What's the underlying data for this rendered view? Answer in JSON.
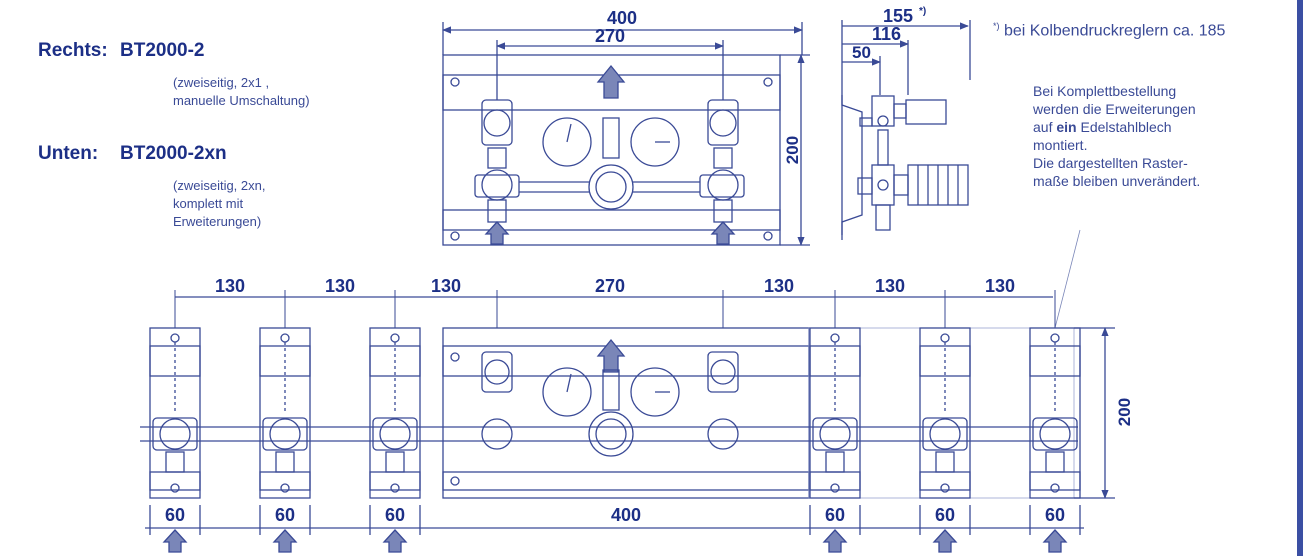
{
  "legend": {
    "right_label": "Rechts:",
    "right_model": "BT2000-2",
    "right_desc_1": "(zweiseitig, 2x1 ,",
    "right_desc_2": "manuelle Umschaltung)",
    "bottom_label": "Unten:",
    "bottom_model": "BT2000-2xn",
    "bottom_desc_1": "(zweiseitig, 2xn,",
    "bottom_desc_2": "komplett mit",
    "bottom_desc_3": "Erweiterungen)"
  },
  "top_view": {
    "dim_width": "400",
    "dim_gauge_spacing": "270",
    "dim_height": "200"
  },
  "side_view": {
    "dim_total": "155",
    "dim_total_mark": "*)",
    "dim_mid": "116",
    "dim_small": "50"
  },
  "footnote": {
    "mark": "*)",
    "text": "bei Kolbendruckreglern ca. 185"
  },
  "note": {
    "line1": "Bei Komplettbestellung",
    "line2": "werden die Erweiterungen",
    "line3_pre": "auf ",
    "line3_bold": "ein",
    "line3_post": " Edelstahlblech",
    "line4": "montiert.",
    "line5": "Die dargestellten Raster-",
    "line6": "maße bleiben unverändert."
  },
  "bottom_view": {
    "spacings": [
      "130",
      "130",
      "130",
      "270",
      "130",
      "130",
      "130"
    ],
    "module_widths": [
      "60",
      "60",
      "60",
      "400",
      "60",
      "60",
      "60"
    ],
    "dim_height": "200"
  },
  "colors": {
    "line": "#3a4a96",
    "text": "#1c2f86",
    "arrow_fill": "#7a86b8"
  }
}
